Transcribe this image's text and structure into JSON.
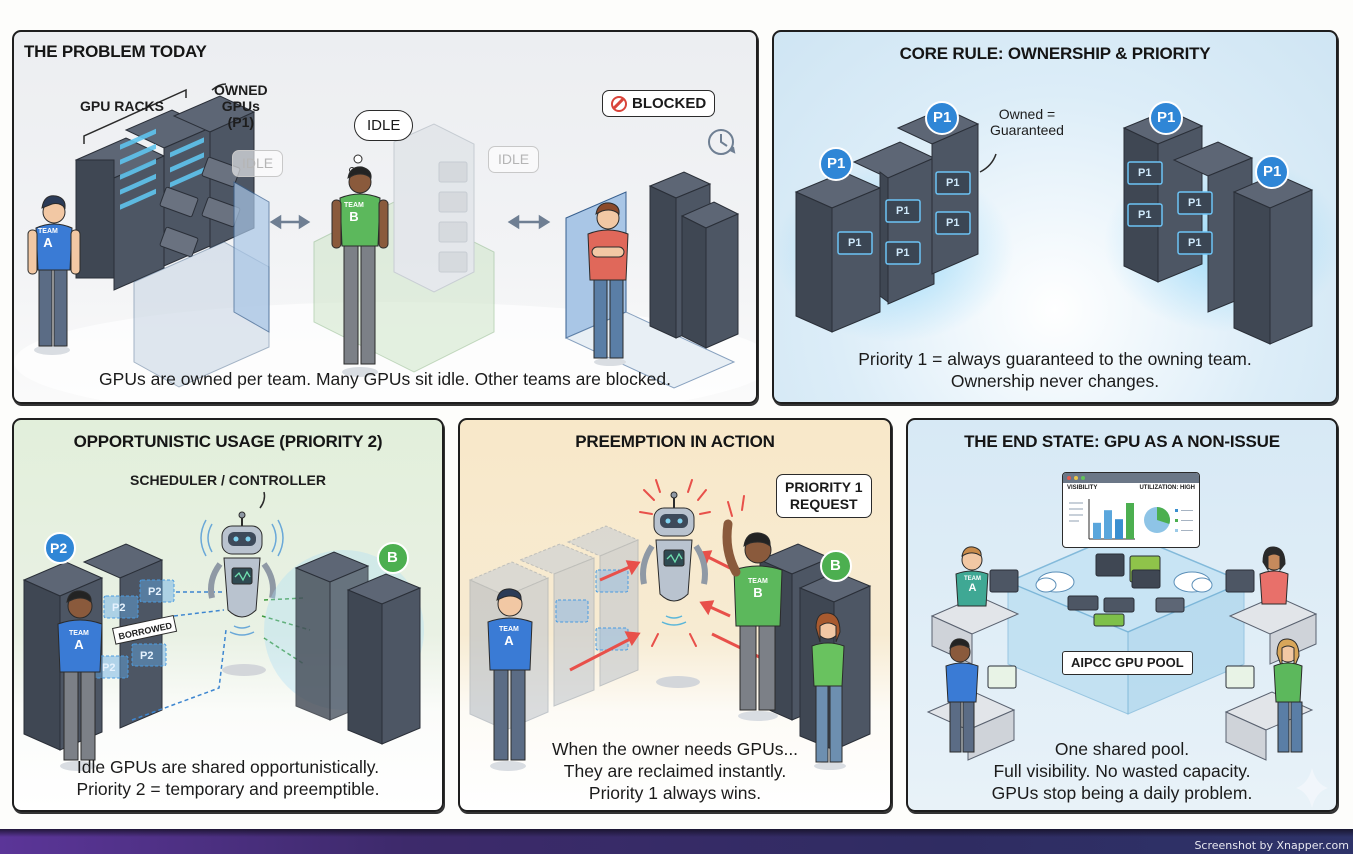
{
  "panels": {
    "problem": {
      "title": "THE PROBLEM TODAY",
      "labels": {
        "gpu_racks": "GPU RACKS",
        "owned_gpus": [
          "OWNED",
          "GPUs",
          "(P1)"
        ],
        "idle_bubble_a": "IDLE",
        "idle_thought": "IDLE",
        "idle_bubble_b": "IDLE",
        "blocked": "BLOCKED",
        "team_a_shirt": [
          "TEAM",
          "A"
        ],
        "team_b_shirt": [
          "TEAM",
          "B"
        ]
      },
      "icons": [
        "no-entry-icon",
        "clock-refresh-icon",
        "double-arrow-icon"
      ],
      "caption": [
        "GPUs are owned per team. Many GPUs sit idle. Other teams are blocked."
      ],
      "colors": {
        "team_a": "#3a7bd5",
        "team_b": "#5cb85c",
        "blocked_person": "#e0685a",
        "blocked_icon": "#d9443a"
      }
    },
    "core_rule": {
      "title": "CORE RULE: OWNERSHIP & PRIORITY",
      "labels": {
        "owned_guaranteed": [
          "Owned =",
          "Guaranteed"
        ],
        "badge": "P1",
        "card": "P1"
      },
      "caption": [
        "Priority 1 = always guaranteed to the owning team.",
        "Ownership never changes."
      ],
      "colors": {
        "badge": "#2f86d6",
        "glow": "#6cc3f5"
      }
    },
    "opportunistic": {
      "title": "OPPORTUNISTIC USAGE (PRIORITY 2)",
      "labels": {
        "scheduler": "SCHEDULER / CONTROLLER",
        "badge_p2": "P2",
        "badge_b": "B",
        "card": "P2",
        "tag": "BORROWED",
        "team_a_shirt": [
          "TEAM",
          "A"
        ]
      },
      "caption": [
        "Idle GPUs are shared opportunistically.",
        "Priority 2 = temporary and preemptible."
      ],
      "colors": {
        "p2_badge": "#2f86d6",
        "b_badge": "#4caf50"
      }
    },
    "preemption": {
      "title": "PREEMPTION IN ACTION",
      "labels": {
        "request": [
          "PRIORITY 1",
          "REQUEST"
        ],
        "badge_b": "B",
        "team_a_shirt": [
          "TEAM",
          "A"
        ],
        "team_b_shirt": [
          "TEAM",
          "B"
        ]
      },
      "caption": [
        "When the owner needs GPUs...",
        "They are reclaimed instantly.",
        "Priority 1 always wins."
      ],
      "colors": {
        "arrows": "#e8504a"
      }
    },
    "end_state": {
      "title": "THE END STATE: GPU AS A NON-ISSUE",
      "dashboard": {
        "visibility_label": "VISIBILITY",
        "utilization_label": "UTILIZATION: HIGH",
        "bars": [
          0.45,
          0.8,
          0.55,
          1.0
        ],
        "pie_share": 0.3
      },
      "labels": {
        "pool": "AIPCC GPU POOL",
        "team_a_shirt": [
          "TEAM",
          "A"
        ]
      },
      "caption": [
        "One shared pool.",
        "Full visibility. No wasted capacity.",
        "GPUs stop being a daily problem."
      ]
    }
  },
  "footer": {
    "watermark": "Screenshot by Xnapper.com"
  }
}
